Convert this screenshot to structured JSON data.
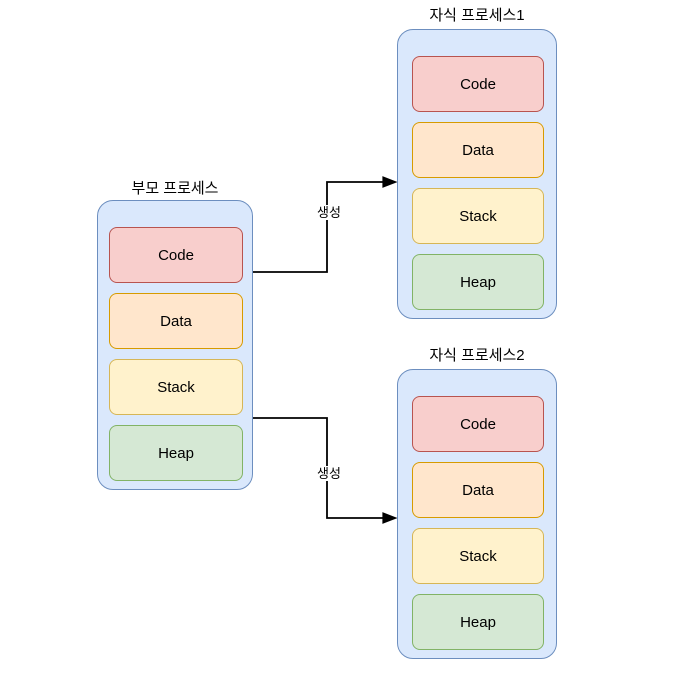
{
  "diagram": {
    "title_parent": "부모 프로세스",
    "title_child1": "자식 프로세스1",
    "title_child2": "자식 프로세스2",
    "segment_code": "Code",
    "segment_data": "Data",
    "segment_stack": "Stack",
    "segment_heap": "Heap",
    "edge_label_1": "생성",
    "edge_label_2": "생성",
    "colors": {
      "group_fill": "#dae8fc",
      "group_stroke": "#6c8ebf",
      "code_fill": "#f8cecc",
      "code_stroke": "#b85450",
      "data_fill": "#ffe6cc",
      "data_stroke": "#d79b00",
      "stack_fill": "#fff2cc",
      "stack_stroke": "#d6b656",
      "heap_fill": "#d5e8d4",
      "heap_stroke": "#82b366",
      "connector": "#000000",
      "background": "#ffffff",
      "text": "#000000"
    }
  }
}
